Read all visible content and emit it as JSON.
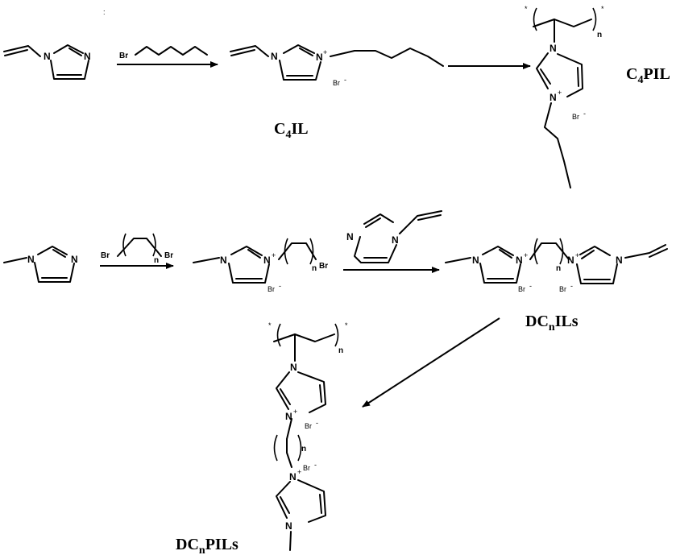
{
  "atoms": {
    "N": "N",
    "N_plus": "N",
    "plus": "+",
    "Br": "Br",
    "Br_minus": "Br",
    "minus": "-",
    "n": "n",
    "star": "*",
    "stray_mark": ":"
  },
  "labels": {
    "c4il": {
      "main": "C",
      "sub": "4",
      "tail": "IL"
    },
    "c4pil": {
      "main": "C",
      "sub": "4",
      "tail": "PIL"
    },
    "dcnils": {
      "main": "DC",
      "sub": "n",
      "tail": "ILs"
    },
    "dcnpils": {
      "main": "DC",
      "sub": "n",
      "tail": "PILs"
    }
  }
}
